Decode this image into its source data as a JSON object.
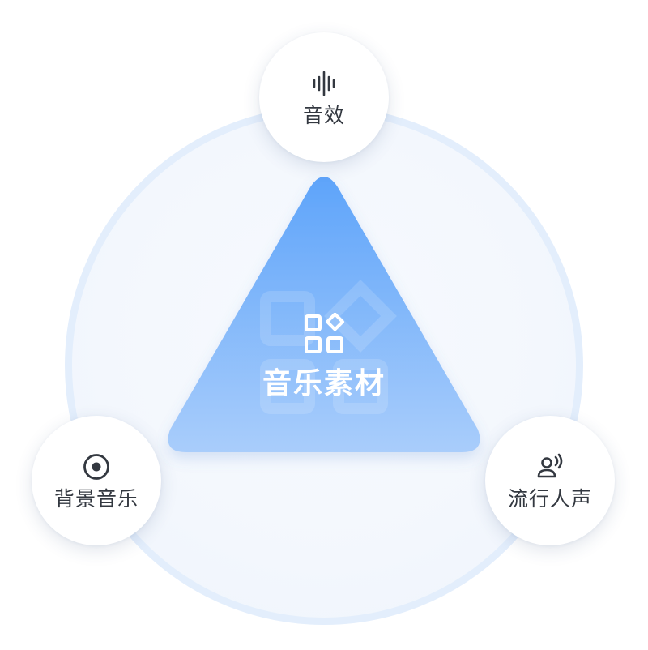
{
  "center": {
    "title": "音乐素材",
    "icon": "grid-diamond-icon"
  },
  "nodes": {
    "top": {
      "label": "音效",
      "icon": "waveform-icon"
    },
    "left": {
      "label": "背景音乐",
      "icon": "vinyl-record-icon"
    },
    "right": {
      "label": "流行人声",
      "icon": "voice-person-icon"
    }
  },
  "colors": {
    "triangle_top": "#5ea4fa",
    "triangle_bottom": "#a9cdfb",
    "circle_border": "#e3eefc",
    "label_text": "#333840",
    "icon": "#333840"
  }
}
